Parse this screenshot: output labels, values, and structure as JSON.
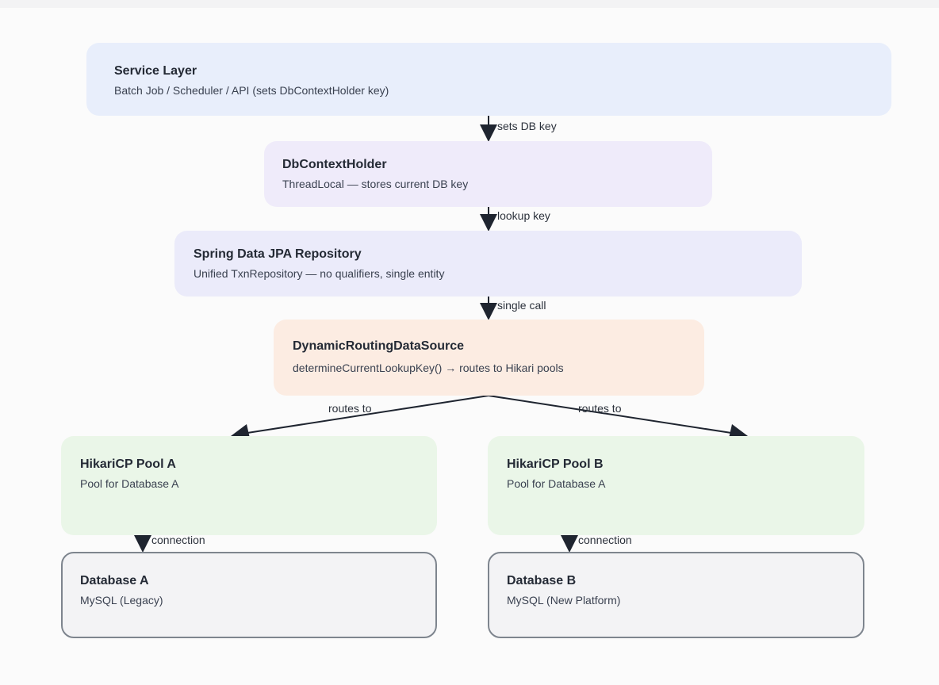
{
  "nodes": {
    "service": {
      "title": "Service Layer",
      "subtitle": "Batch Job / Scheduler / API (sets DbContextHolder key)"
    },
    "context_holder": {
      "title": "DbContextHolder",
      "subtitle": "ThreadLocal — stores current DB key"
    },
    "repository": {
      "title": "Spring Data JPA Repository",
      "subtitle": "Unified TxnRepository — no qualifiers, single entity"
    },
    "routing": {
      "title": "DynamicRoutingDataSource",
      "subtitle": "determineCurrentLookupKey() → routes to Hikari pools"
    },
    "pool_a": {
      "title": "HikariCP Pool A",
      "subtitle": "Pool for Database A"
    },
    "pool_b": {
      "title": "HikariCP Pool B",
      "subtitle": "Pool for Database A"
    },
    "db_a": {
      "title": "Database A",
      "subtitle": "MySQL (Legacy)"
    },
    "db_b": {
      "title": "Database B",
      "subtitle": "MySQL (New Platform)"
    }
  },
  "edges": {
    "service_to_ctx": "sets DB key",
    "ctx_to_repo": "lookup key",
    "repo_to_routing": "single call",
    "routing_to_pool_a": "routes to",
    "routing_to_pool_b": "routes to",
    "pool_a_to_db_a": "connection",
    "pool_b_to_db_b": "connection"
  },
  "colors": {
    "service_fill": "#e8eefb",
    "context_fill": "#efebfa",
    "repository_fill": "#ebebfa",
    "routing_fill": "#fcece2",
    "pool_fill": "#eaf6e8",
    "database_fill": "#f3f3f5",
    "database_border": "#7e858e",
    "arrow": "#1f2530"
  }
}
